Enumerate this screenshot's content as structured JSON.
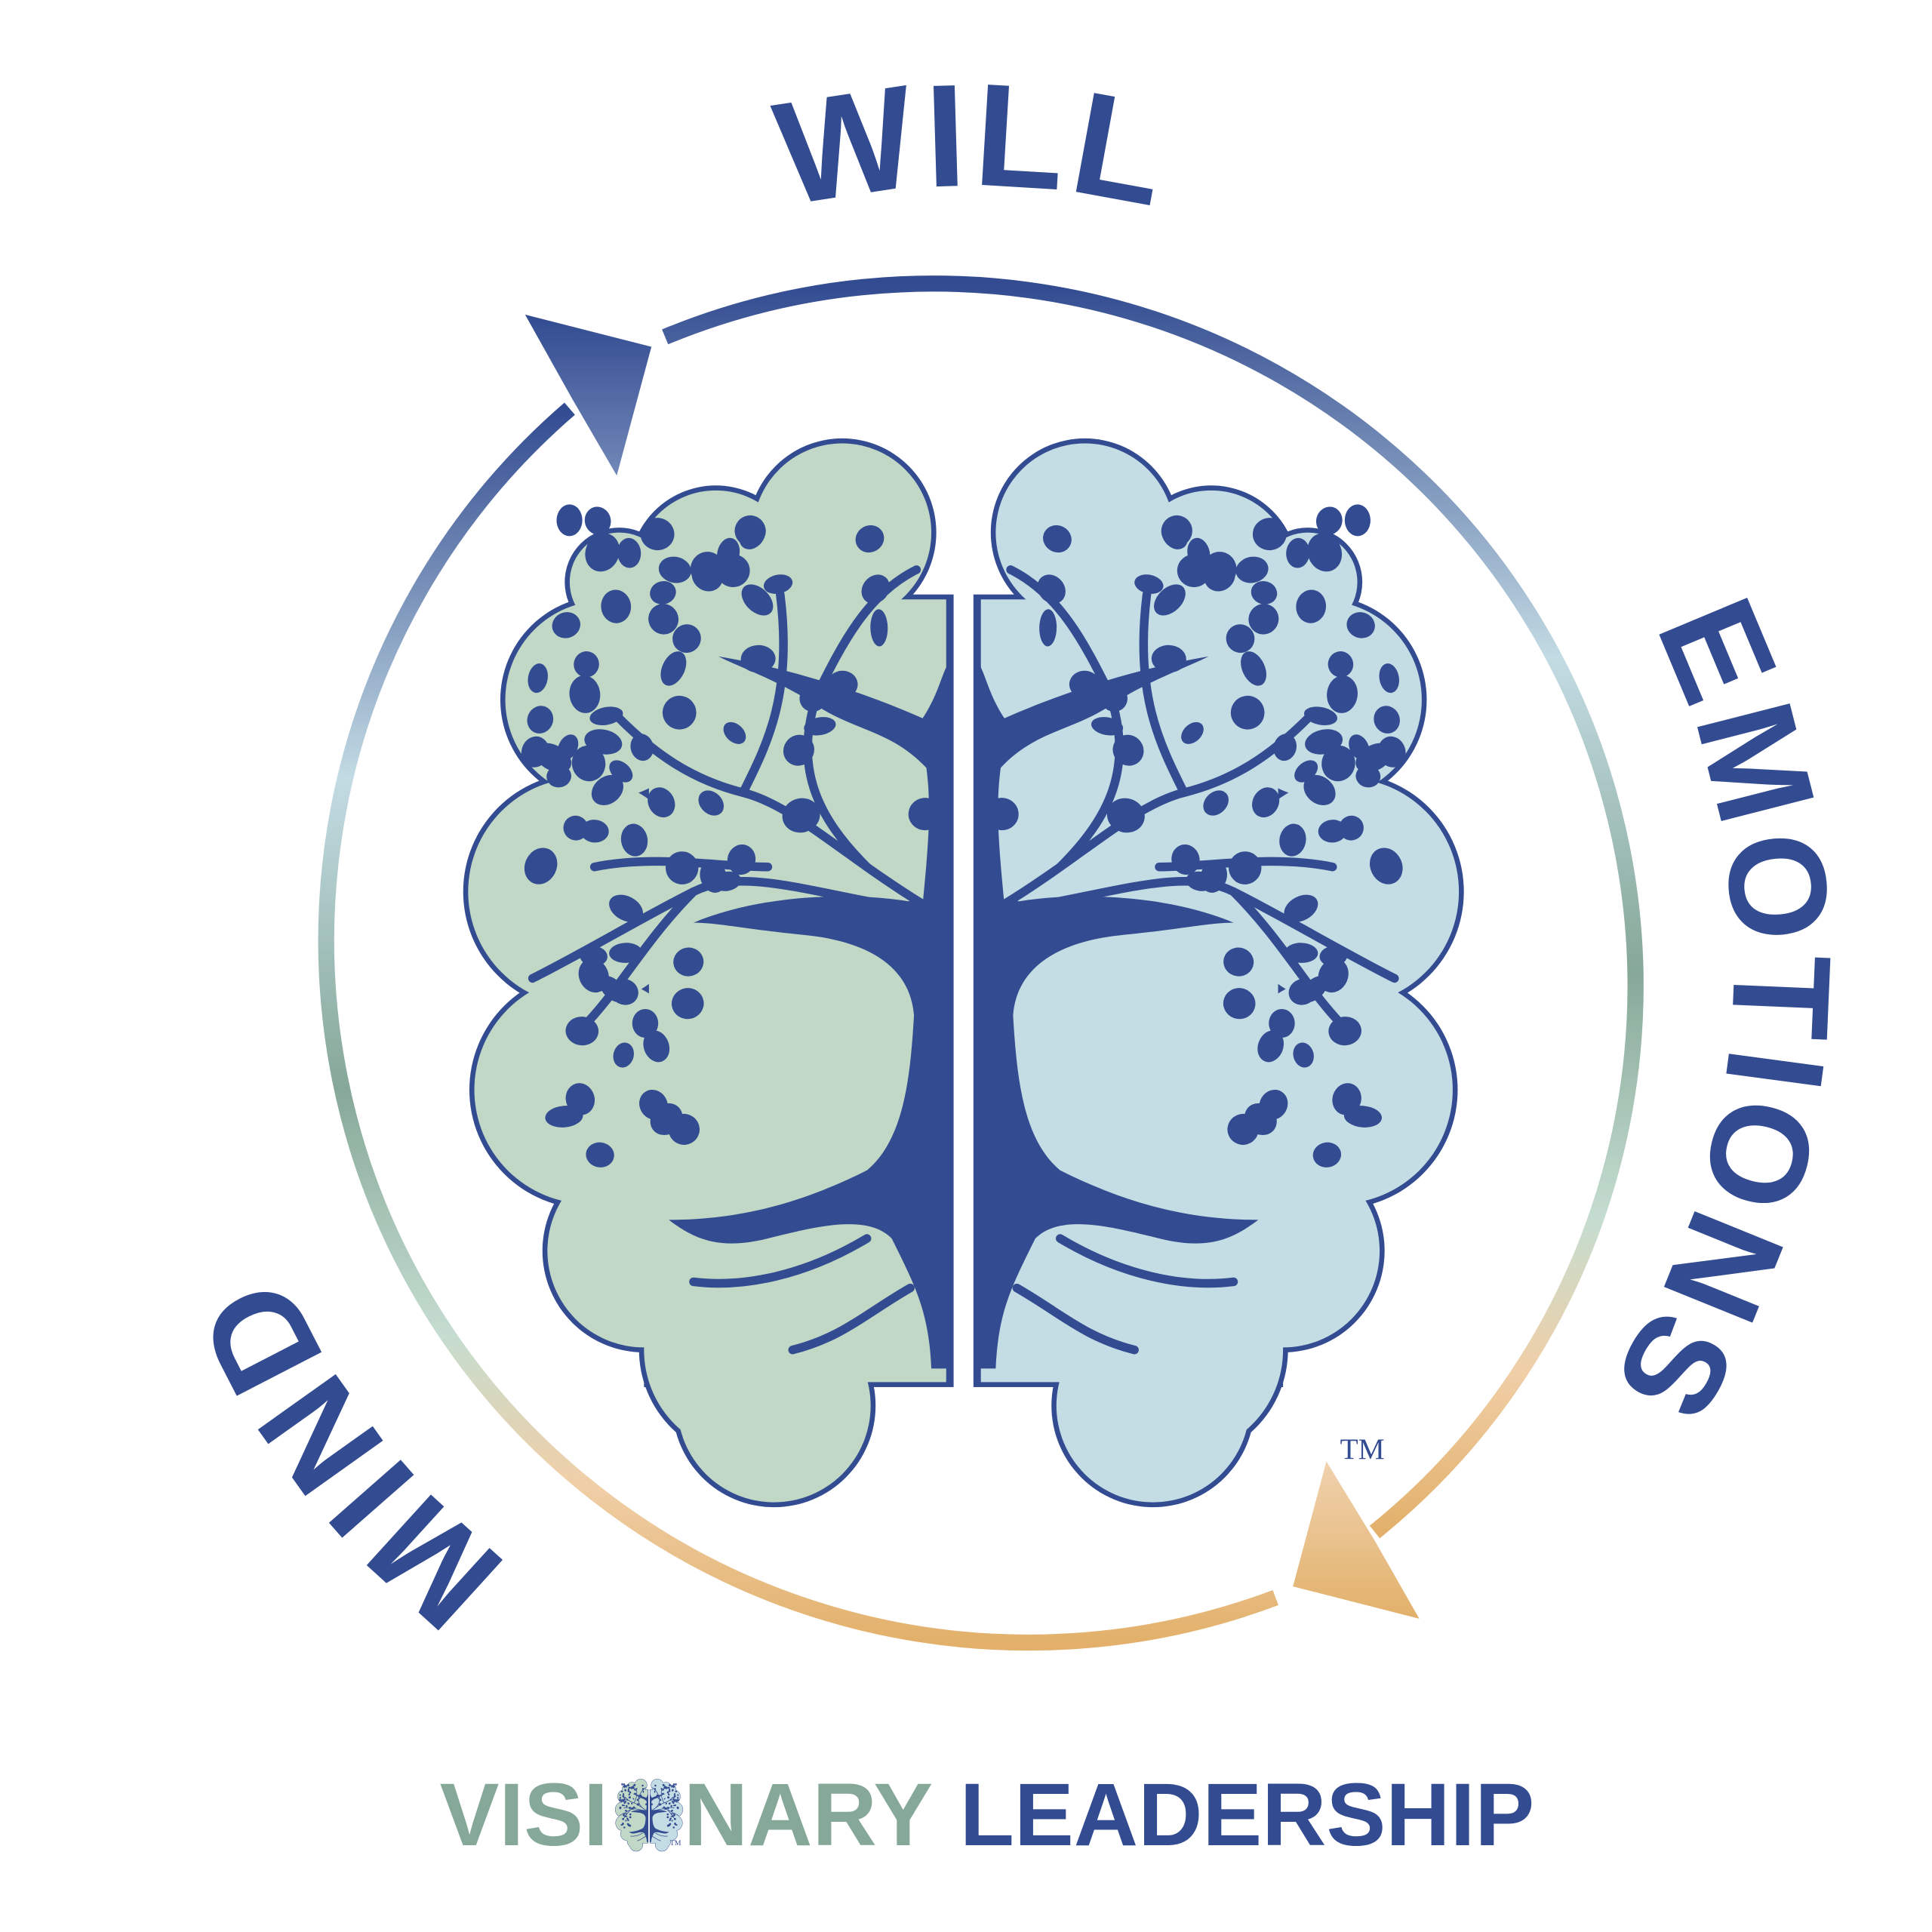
{
  "cycle": {
    "top_word": "WILL",
    "right_word": "EMOTIONS",
    "left_word": "MIND",
    "trademark": "TM"
  },
  "brand": {
    "part1": "VISI",
    "part2": "NARY",
    "part3": "LEADERSHIP",
    "icon": "brain-tree-icon",
    "icon_trademark": "TM"
  },
  "colors": {
    "navy": "#324b91",
    "sage": "#86a898",
    "light_green": "#c0d8c5",
    "light_blue": "#c4dce3",
    "peach": "#f0cfa8",
    "gold": "#e2b06a"
  }
}
